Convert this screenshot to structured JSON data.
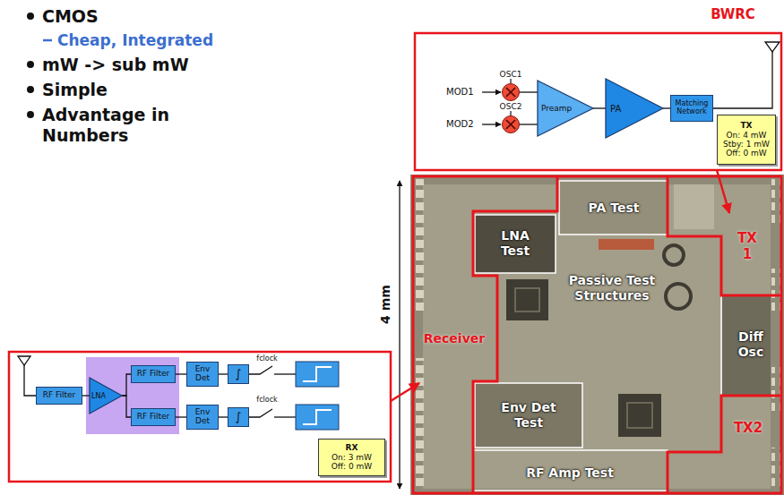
{
  "diagram": {
    "nodes": [
      {
        "text": [
          "OSC1"
        ]
      },
      {
        "text": [
          "OSC2"
        ]
      },
      {
        "text": [
          "Preamp"
        ]
      },
      {
        "text": [
          "PA"
        ]
      },
      {
        "text": [
          "Matching Network"
        ]
      },
      {
        "text": [
          "TX",
          "On: 4 mW",
          "Stby: 1 mW",
          "Off: 0 mW"
        ]
      },
      {
        "text": [
          "RF Filter"
        ]
      },
      {
        "text": [
          "LNA"
        ]
      },
      {
        "text": [
          "RF Filter"
        ]
      },
      {
        "text": [
          "RF Filter"
        ]
      },
      {
        "text": [
          "Env Det"
        ]
      },
      {
        "text": [
          "Env Det"
        ]
      },
      {
        "text": [
          "∫"
        ]
      },
      {
        "text": [
          "∫"
        ]
      },
      {
        "text": [
          "RX",
          "On: 3 mW",
          "Off: 0 mW"
        ]
      }
    ],
    "edges": [
      {
        "from": 0,
        "to": 2,
        "arrow": "none"
      },
      {
        "from": 1,
        "to": 2,
        "arrow": "none"
      },
      {
        "from": 2,
        "to": 3,
        "arrow": "none"
      },
      {
        "from": 3,
        "to": 4,
        "arrow": "none"
      },
      {
        "from": 6,
        "to": 7,
        "arrow": "none"
      },
      {
        "from": 7,
        "to": 8,
        "arrow": "none"
      },
      {
        "from": 7,
        "to": 9,
        "arrow": "none"
      },
      {
        "from": 8,
        "to": 10,
        "arrow": "none"
      },
      {
        "from": 9,
        "to": 11,
        "arrow": "none"
      },
      {
        "from": 10,
        "to": 12,
        "arrow": "none"
      },
      {
        "from": 11,
        "to": 13,
        "arrow": "none"
      }
    ],
    "labels": [
      "CMOS",
      "Cheap, Integrated",
      "mW -> sub mW",
      "Simple",
      "Advantage in Numbers",
      "BWRC",
      "MOD1",
      "MOD2",
      "LNA Test",
      "PA Test",
      "TX 1",
      "Passive Test Structures",
      "4 mm",
      "Receiver",
      "Diff Osc",
      "Env Det Test",
      "TX2",
      "RF Amp Test",
      "fclock",
      "fclock"
    ]
  }
}
